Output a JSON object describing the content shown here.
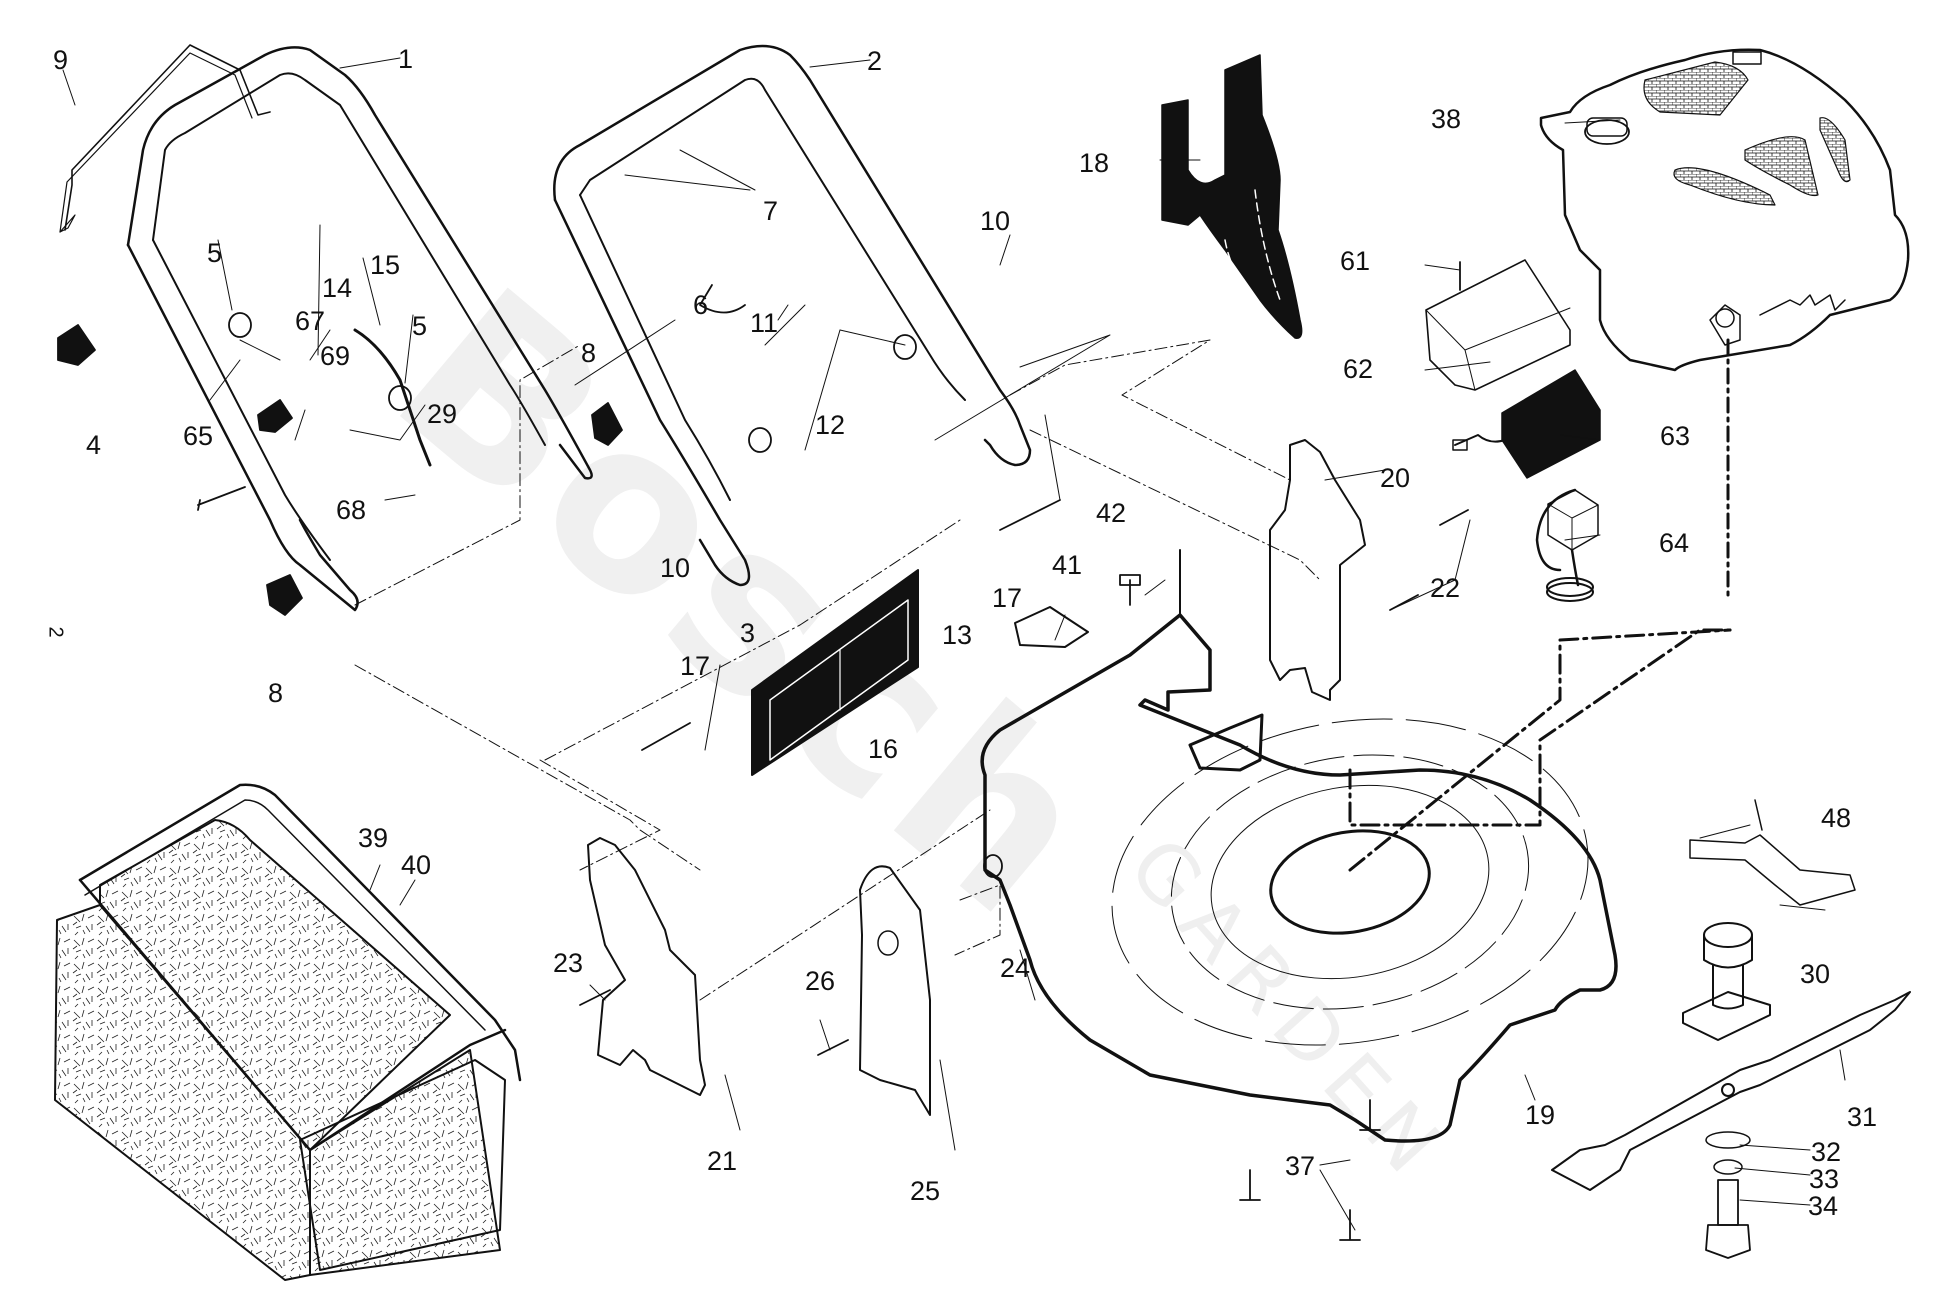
{
  "diagram": {
    "title": "Lawn mower exploded parts diagram",
    "page_marker": "2",
    "watermark": {
      "primary": "Bosch",
      "secondary": "GARDEN"
    },
    "callouts": [
      {
        "id": "c1",
        "label": "1"
      },
      {
        "id": "c2",
        "label": "2"
      },
      {
        "id": "c3",
        "label": "3"
      },
      {
        "id": "c4",
        "label": "4"
      },
      {
        "id": "c5a",
        "label": "5"
      },
      {
        "id": "c5b",
        "label": "5"
      },
      {
        "id": "c6",
        "label": "6"
      },
      {
        "id": "c7",
        "label": "7"
      },
      {
        "id": "c8a",
        "label": "8"
      },
      {
        "id": "c8b",
        "label": "8"
      },
      {
        "id": "c9",
        "label": "9"
      },
      {
        "id": "c10a",
        "label": "10"
      },
      {
        "id": "c10b",
        "label": "10"
      },
      {
        "id": "c11",
        "label": "11"
      },
      {
        "id": "c12",
        "label": "12"
      },
      {
        "id": "c13",
        "label": "13"
      },
      {
        "id": "c14",
        "label": "14"
      },
      {
        "id": "c15",
        "label": "15"
      },
      {
        "id": "c16",
        "label": "16"
      },
      {
        "id": "c17a",
        "label": "17"
      },
      {
        "id": "c17b",
        "label": "17"
      },
      {
        "id": "c18",
        "label": "18"
      },
      {
        "id": "c19",
        "label": "19"
      },
      {
        "id": "c20",
        "label": "20"
      },
      {
        "id": "c21",
        "label": "21"
      },
      {
        "id": "c22",
        "label": "22"
      },
      {
        "id": "c23",
        "label": "23"
      },
      {
        "id": "c24",
        "label": "24"
      },
      {
        "id": "c25",
        "label": "25"
      },
      {
        "id": "c26",
        "label": "26"
      },
      {
        "id": "c29",
        "label": "29"
      },
      {
        "id": "c30",
        "label": "30"
      },
      {
        "id": "c31",
        "label": "31"
      },
      {
        "id": "c32",
        "label": "32"
      },
      {
        "id": "c33",
        "label": "33"
      },
      {
        "id": "c34",
        "label": "34"
      },
      {
        "id": "c37",
        "label": "37"
      },
      {
        "id": "c38",
        "label": "38"
      },
      {
        "id": "c39",
        "label": "39"
      },
      {
        "id": "c40",
        "label": "40"
      },
      {
        "id": "c41",
        "label": "41"
      },
      {
        "id": "c42",
        "label": "42"
      },
      {
        "id": "c48",
        "label": "48"
      },
      {
        "id": "c61",
        "label": "61"
      },
      {
        "id": "c62",
        "label": "62"
      },
      {
        "id": "c63",
        "label": "63"
      },
      {
        "id": "c64",
        "label": "64"
      },
      {
        "id": "c65",
        "label": "65"
      },
      {
        "id": "c67",
        "label": "67"
      },
      {
        "id": "c68",
        "label": "68"
      },
      {
        "id": "c69",
        "label": "69"
      }
    ],
    "parts": {
      "upper_handle_left": "1",
      "upper_handle_right": "2",
      "engine": "38",
      "deck": "19",
      "blade": "31",
      "grass_bag": "39",
      "bag_frame": "40",
      "rear_door": "16",
      "battery": "63",
      "charger": "64",
      "mulch_plug": "18"
    }
  }
}
